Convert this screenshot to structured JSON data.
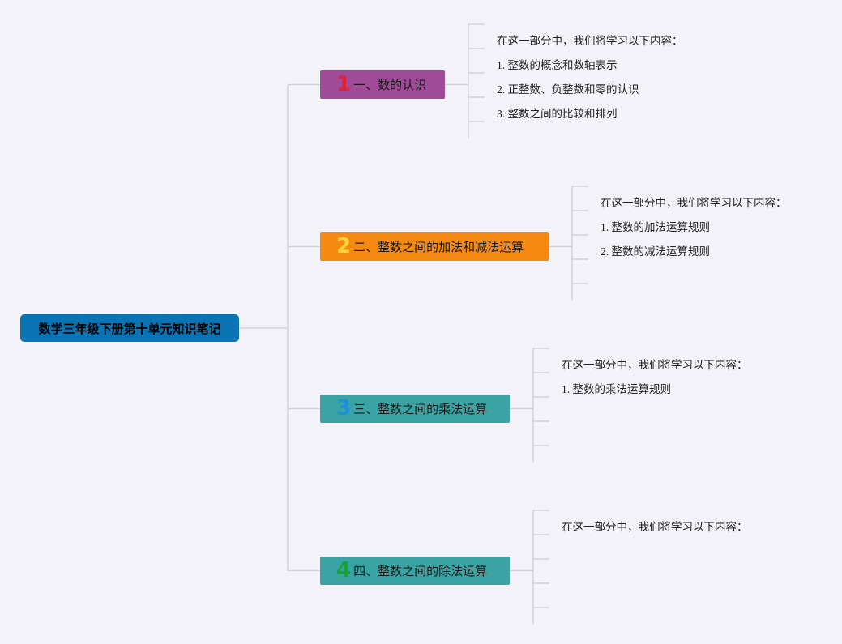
{
  "root": {
    "title": "数学三年级下册第十单元知识笔记"
  },
  "branches": [
    {
      "number": "1",
      "label": "一、数的认识",
      "bg": "#a04a9a",
      "num_color": "#e02438",
      "details": [
        "在这一部分中，我们将学习以下内容：",
        "1. 整数的概念和数轴表示",
        "2. 正整数、负整数和零的认识",
        "3. 整数之间的比较和排列"
      ]
    },
    {
      "number": "2",
      "label": "二、整数之间的加法和减法运算",
      "bg": "#f48a12",
      "num_color": "#ffd43a",
      "details": [
        "在这一部分中，我们将学习以下内容：",
        "1. 整数的加法运算规则",
        "2. 整数的减法运算规则"
      ]
    },
    {
      "number": "3",
      "label": "三、整数之间的乘法运算",
      "bg": "#3aa3a3",
      "num_color": "#1e8fdc",
      "details": [
        "在这一部分中，我们将学习以下内容：",
        "1. 整数的乘法运算规则"
      ]
    },
    {
      "number": "4",
      "label": "四、整数之间的除法运算",
      "bg": "#3aa3a3",
      "num_color": "#1aa13a",
      "details": [
        "在这一部分中，我们将学习以下内容："
      ]
    }
  ]
}
